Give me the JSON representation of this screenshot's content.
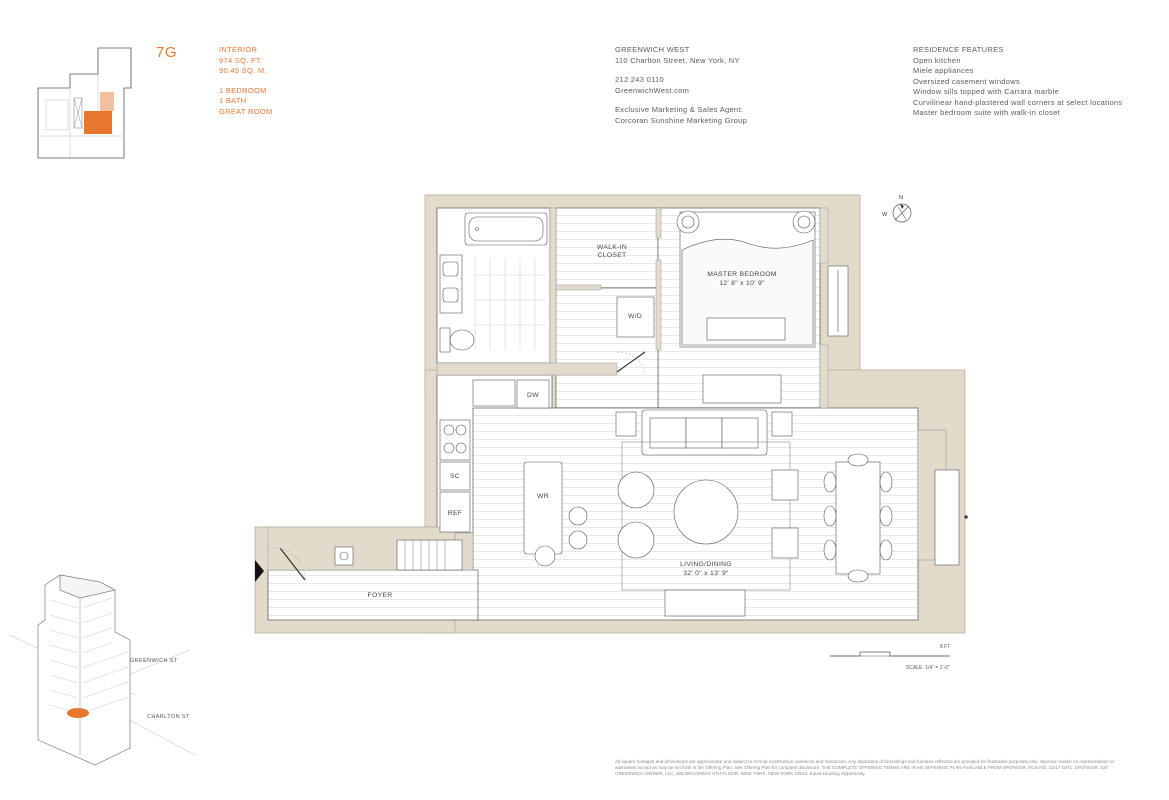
{
  "unit": {
    "name": "7G",
    "interior_label": "INTERIOR",
    "sq_ft": "974 SQ. FT.",
    "sq_m": "90.49 SQ. M.",
    "bedrooms": "1 BEDROOM",
    "baths": "1 BATH",
    "great_room": "GREAT ROOM"
  },
  "building": {
    "name": "GREENWICH WEST",
    "address": "110 Charlton Street, New York, NY",
    "phone": "212 243 0110",
    "website": "GreenwichWest.com",
    "agent_label": "Exclusive Marketing & Sales Agent:",
    "agent_name": "Corcoran Sunshine Marketing Group"
  },
  "features": {
    "heading": "RESIDENCE FEATURES",
    "items": [
      "Open kitchen",
      "Miele appliances",
      "Oversized casement windows",
      "Window sills topped with Carrara marble",
      "Curvilinear hand-plastered wall corners at select locations",
      "Master bedroom suite with walk-in closet"
    ]
  },
  "rooms": {
    "walk_in_closet_1": "WALK-IN",
    "walk_in_closet_2": "CLOSET",
    "master_bedroom": "MASTER BEDROOM",
    "master_bedroom_dims": "12' 8\" x 10' 9\"",
    "wd": "W/D",
    "dw": "DW",
    "sc": "SC",
    "ref": "REF",
    "wr": "WR",
    "living_dining": "LIVING/DINING",
    "living_dining_dims": "32' 0\" x 13' 9\"",
    "foyer": "FOYER"
  },
  "compass": {
    "north": "N",
    "west": "W"
  },
  "scale": {
    "feet": "8 FT",
    "label": "SCALE: 1/4\" = 1'-0\""
  },
  "streets": {
    "greenwich": "GREENWICH ST",
    "charlton": "CHARLTON ST"
  },
  "disclaimer": "All square footages and dimensions are approximate and subject to normal construction variances and tolerances. Any depictions of furnishings and furniture reflected are provided for illustrative purposes only. Sponsor makes no representation or warranties except as may be set forth in the Offering Plan. See Offering Plan for complete disclosure. THE COMPLETE OFFERING TERMS ARE IN AN OFFERING PLAN AVAILABLE FROM SPONSOR. FILE NO. CD17-0371. SPONSOR: 537 GREENWICH OWNER, LLC, 485 BROADWAY 5TH FLOOR, NEW YORK, NEW YORK 10013. Equal Housing Opportunity.",
  "colors": {
    "accent": "#e8772e",
    "wall": "#e2dbcc",
    "wall_edge": "#b9b09d",
    "floor_line": "#d6d6d6",
    "line": "#4a4a4a"
  }
}
